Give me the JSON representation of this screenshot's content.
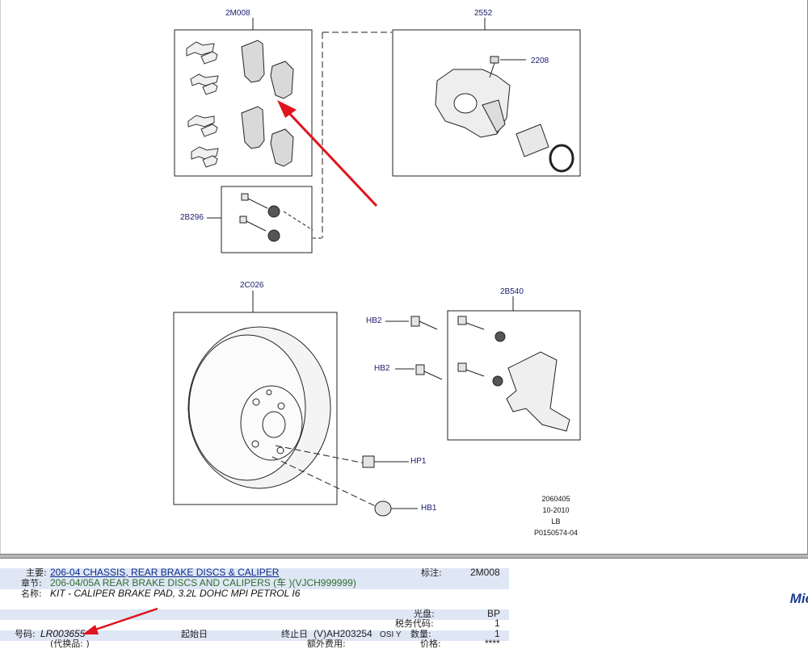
{
  "diagram": {
    "callouts": {
      "pad_kit": "2M008",
      "caliper": "2552",
      "bleeder": "2208",
      "pin_kit": "2B296",
      "disc": "2C026",
      "bracket": "2B540",
      "hb2_top": "HB2",
      "hb2_bottom": "HB2",
      "hp1": "HP1",
      "hb1": "HB1"
    },
    "stamp": {
      "code": "2060405",
      "date": "10-2010",
      "side": "LB",
      "ref": "P0150574-04"
    }
  },
  "info": {
    "group_label": "主要:",
    "group_value": "206-04  CHASSIS, REAR BRAKE DISCS & CALIPER",
    "section_label": "章节:",
    "section_value": "206-04/05A  REAR BRAKE DISCS AND CALIPERS (车 )(VJCH999999)",
    "name_label": "名称:",
    "name_value": "KIT - CALIPER BRAKE PAD, 3.2L DOHC MPI PETROL I6",
    "mark_label": "标注:",
    "mark_value": "2M008",
    "disc_label": "光盘:",
    "disc_value": "BP",
    "tax_label": "税务代码:",
    "tax_value": "1",
    "part_label": "号码:",
    "part_value": "LR003655",
    "replace_label": "(代换品: )",
    "start_label": "起始日",
    "end_label": "终止日",
    "end_value": "(V)AH203254",
    "osiy": "OSI Y",
    "qty_label": "数量:",
    "qty_value": "1",
    "extra_label": "额外费用:",
    "price_label": "价格:",
    "price_value": "****",
    "brand_text": "Mic"
  }
}
